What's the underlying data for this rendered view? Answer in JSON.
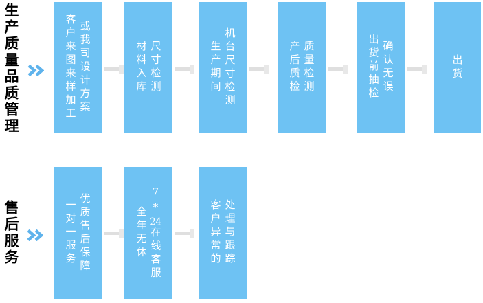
{
  "colors": {
    "box_blue": "#6EC2F3",
    "chevron_blue": "#5FB3EC",
    "arrow_gray": "#DFDFDF",
    "arrow_head_gray": "#E8E8E8",
    "label_black": "#000000",
    "box_text_white": "#FFFFFF"
  },
  "rows": [
    {
      "label": "生产质量品质管理",
      "boxes": [
        {
          "col1": "客户来图来样加工",
          "col2": "或我司设计方案"
        },
        {
          "col1": "材料入库",
          "col2": "尺寸检测"
        },
        {
          "col1": "生产期间",
          "col2": "机台尺寸检测"
        },
        {
          "col1": "产后质检",
          "col2": "质量检测"
        },
        {
          "col1": "出货前抽检",
          "col2": "确认无误"
        },
        {
          "col1": "出货"
        }
      ]
    },
    {
      "label": "售后服务",
      "boxes": [
        {
          "col1": "一对一服务",
          "col2": "优质售后保障"
        },
        {
          "col1": "全年无休",
          "col2": {
            "digit": "7",
            "star": "*",
            "pair": "24",
            "text": "在线客服"
          }
        },
        {
          "col1": "客户异常的",
          "col2": "处理与跟踪"
        }
      ]
    }
  ]
}
